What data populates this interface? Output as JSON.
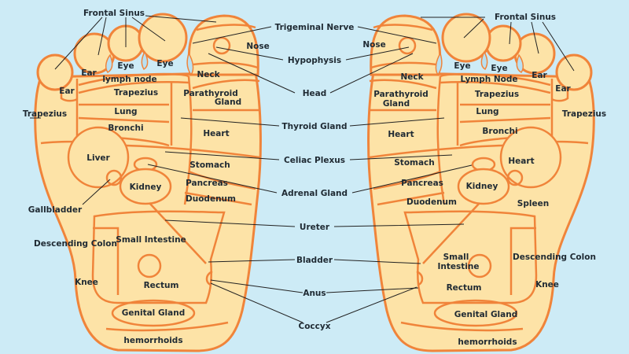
{
  "colors": {
    "background": "#cdebf6",
    "foot_fill": "#fde3a7",
    "outline": "#f0843a",
    "text": "#1f2a33"
  },
  "left_foot": {
    "labels": [
      "Frontal Sinus",
      "Ear",
      "Eye",
      "Eye",
      "lymph node",
      "Ear",
      "Trapezius",
      "Lung",
      "Bronchi",
      "Trapezius",
      "Liver",
      "Kidney",
      "Gallbladder",
      "Descending Colon",
      "Small Intestine",
      "Rectum",
      "Knee",
      "Genital Gland",
      "hemorrhoids",
      "Neck",
      "Nose",
      "Parathyroid",
      "Gland",
      "Heart",
      "Stomach",
      "Pancreas",
      "Duodenum"
    ]
  },
  "center_labels": [
    "Trigeminal Nerve",
    "Hypophysis",
    "Head",
    "Thyroid Gland",
    "Celiac Plexus",
    "Adrenal Gland",
    "Ureter",
    "Bladder",
    "Anus",
    "Coccyx"
  ],
  "right_foot": {
    "labels": [
      "Frontal Sinus",
      "Nose",
      "Eye",
      "Eye",
      "Ear",
      "Lymph Node",
      "Ear",
      "Neck",
      "Parathyroid",
      "Gland",
      "Trapezius",
      "Lung",
      "Trapezius",
      "Bronchi",
      "Heart",
      "Heart",
      "Stomach",
      "Pancreas",
      "Kidney",
      "Spleen",
      "Duodenum",
      "Small",
      "Intestine",
      "Descending Colon",
      "Knee",
      "Rectum",
      "Genital Gland",
      "hemorrhoids"
    ]
  }
}
